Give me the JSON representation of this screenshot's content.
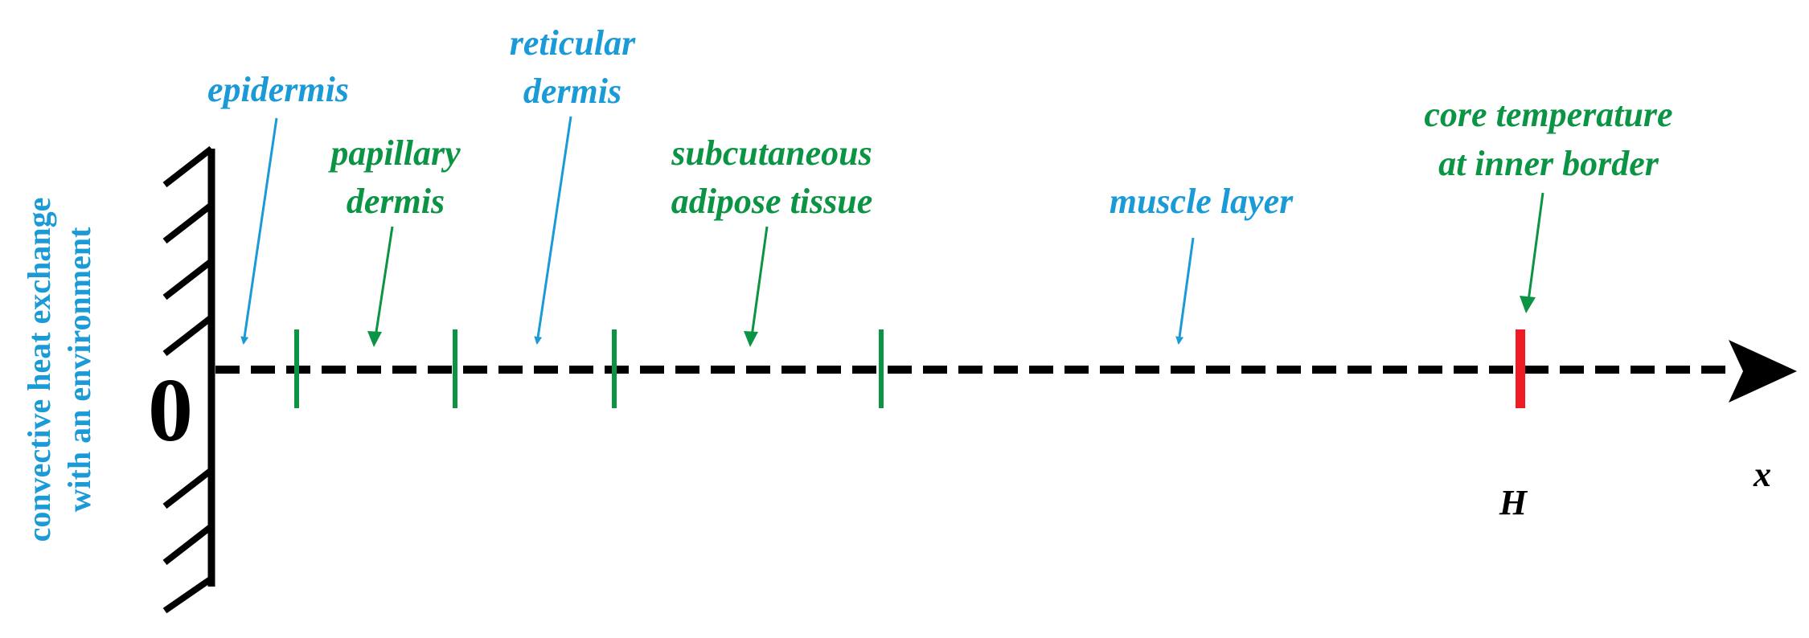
{
  "colors": {
    "blue": "#1a9ad6",
    "green": "#0b9444",
    "red": "#ee1c25",
    "black": "#000000"
  },
  "boundary": {
    "label_line1": "convective heat exchange",
    "label_line2": "with an environment",
    "origin_label": "0"
  },
  "axis": {
    "label": "x",
    "end_label": "H"
  },
  "layers": {
    "epidermis": {
      "line1": "epidermis"
    },
    "papillary": {
      "line1": "papillary",
      "line2": "dermis"
    },
    "reticular": {
      "line1": "reticular",
      "line2": "dermis"
    },
    "subcutaneous": {
      "line1": "subcutaneous",
      "line2": "adipose tissue"
    },
    "muscle": {
      "line1": "muscle layer"
    },
    "core": {
      "line1": "core temperature",
      "line2": "at inner border"
    }
  }
}
